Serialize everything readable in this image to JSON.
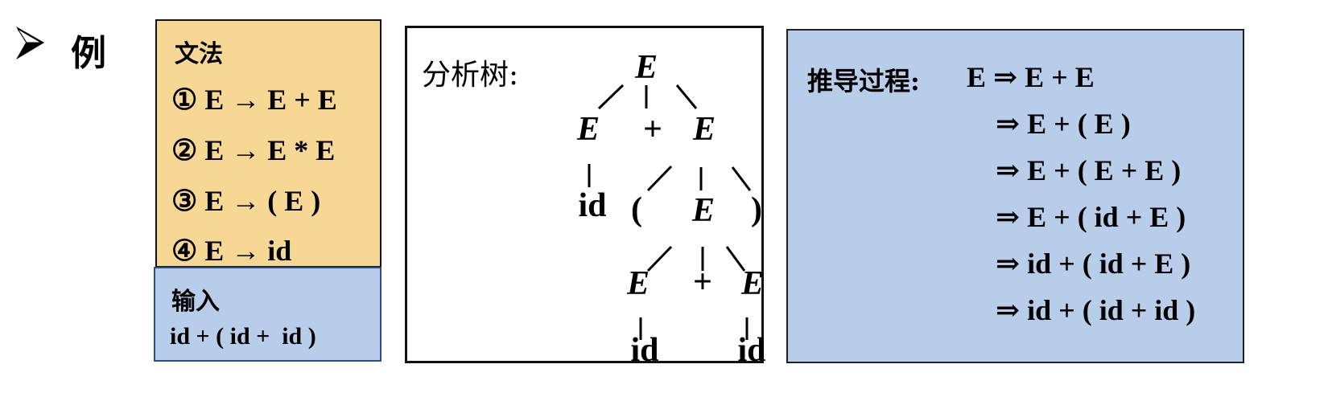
{
  "heading": {
    "bullet_icon": "arrowhead-bullet",
    "label": "例"
  },
  "grammar": {
    "title": "文法",
    "rules": [
      "① E → E + E",
      "② E → E * E",
      "③ E → ( E )",
      "④ E → id"
    ],
    "bg_color": "#f7d794"
  },
  "input": {
    "title": "输入",
    "value": "id + ( id +  id )",
    "bg_color": "#b7cde9"
  },
  "parse_tree": {
    "title": "分析树:",
    "nodes": [
      "E",
      "E",
      "+",
      "E",
      "id",
      "(",
      "E",
      ")",
      "E",
      "+",
      "E",
      "id",
      "id"
    ]
  },
  "derivation": {
    "title": "推导过程:",
    "steps": [
      "E ⇒ E + E",
      "⇒ E + ( E )",
      "⇒ E + ( E + E )",
      "⇒ E + ( id + E )",
      "⇒ id + ( id + E )",
      "⇒ id + ( id + id )"
    ],
    "bg_color": "#b7cde9"
  }
}
